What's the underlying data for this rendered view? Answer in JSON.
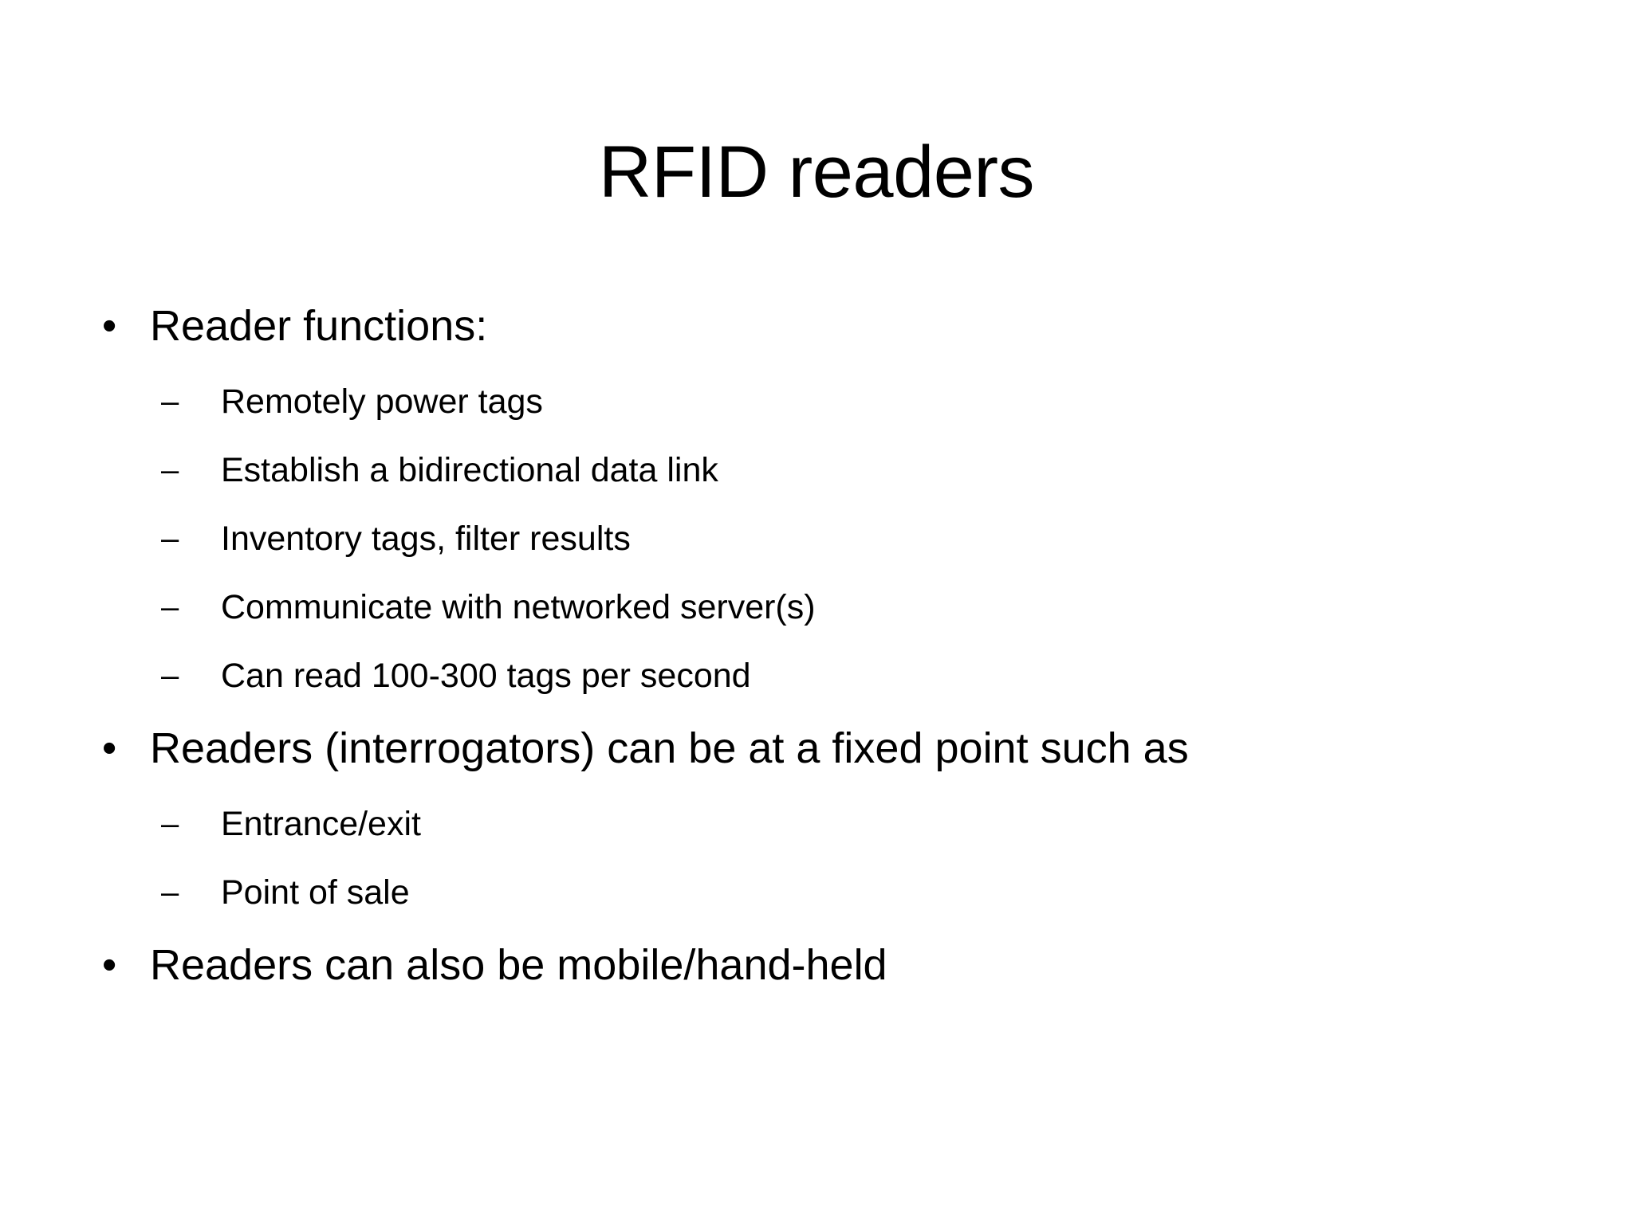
{
  "slide": {
    "title": "RFID readers",
    "background_color": "#ffffff",
    "text_color": "#000000",
    "level1_bullet_glyph": "•",
    "level2_bullet_glyph": "–",
    "content": [
      {
        "level": 1,
        "text": "Reader functions:",
        "children": [
          {
            "level": 2,
            "text": "Remotely power tags"
          },
          {
            "level": 2,
            "text": "Establish a bidirectional data link"
          },
          {
            "level": 2,
            "text": "Inventory tags, filter results"
          },
          {
            "level": 2,
            "text": "Communicate with networked server(s)"
          },
          {
            "level": 2,
            "text": "Can read 100-300 tags per second"
          }
        ]
      },
      {
        "level": 1,
        "text": "Readers (interrogators) can be at a fixed point such as",
        "children": [
          {
            "level": 2,
            "text": "Entrance/exit"
          },
          {
            "level": 2,
            "text": "Point of sale"
          }
        ]
      },
      {
        "level": 1,
        "text": "Readers can also be mobile/hand-held",
        "children": []
      }
    ]
  }
}
